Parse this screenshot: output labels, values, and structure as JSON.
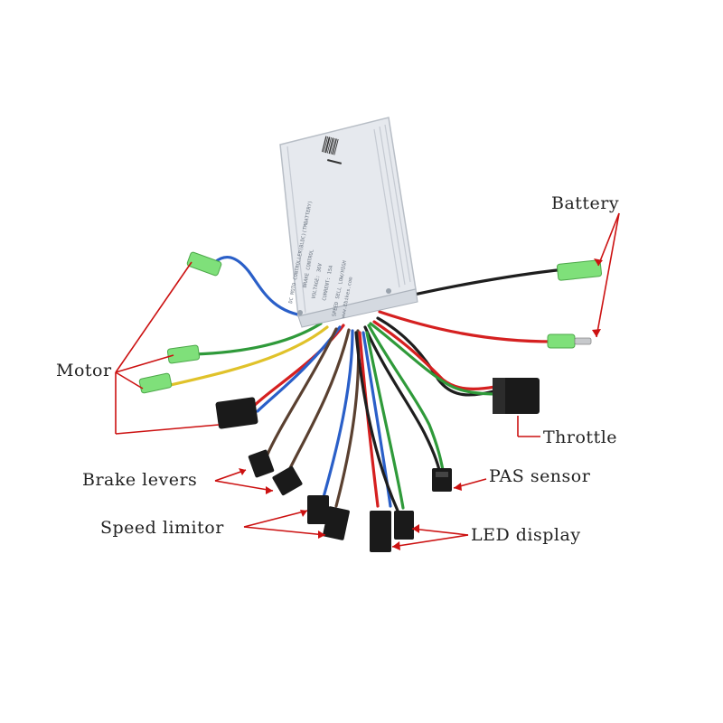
{
  "labels": {
    "battery": "Battery",
    "motor": "Motor",
    "throttle": "Throttle",
    "pas_sensor": "PAS sensor",
    "brake_levers": "Brake levers",
    "speed_limitor": "Speed limitor",
    "led_display": "LED display"
  },
  "controller_box": {
    "line1": "DC MOTO CONTROLLER(BLDC)(TMBATTERY)",
    "line2": "BRAKE CONTROL",
    "line3": "VOLTAGE: 36V",
    "line4": "CURRENT: 15A",
    "line5": "SPEED SELL LOW/HIGH",
    "line6": "www.Ebikes.com"
  },
  "colors": {
    "annotation_line": "#cc1111",
    "box_body": "#e6e9ee",
    "connector_green": "#7fe07a",
    "connector_black": "#1a1a1a"
  }
}
